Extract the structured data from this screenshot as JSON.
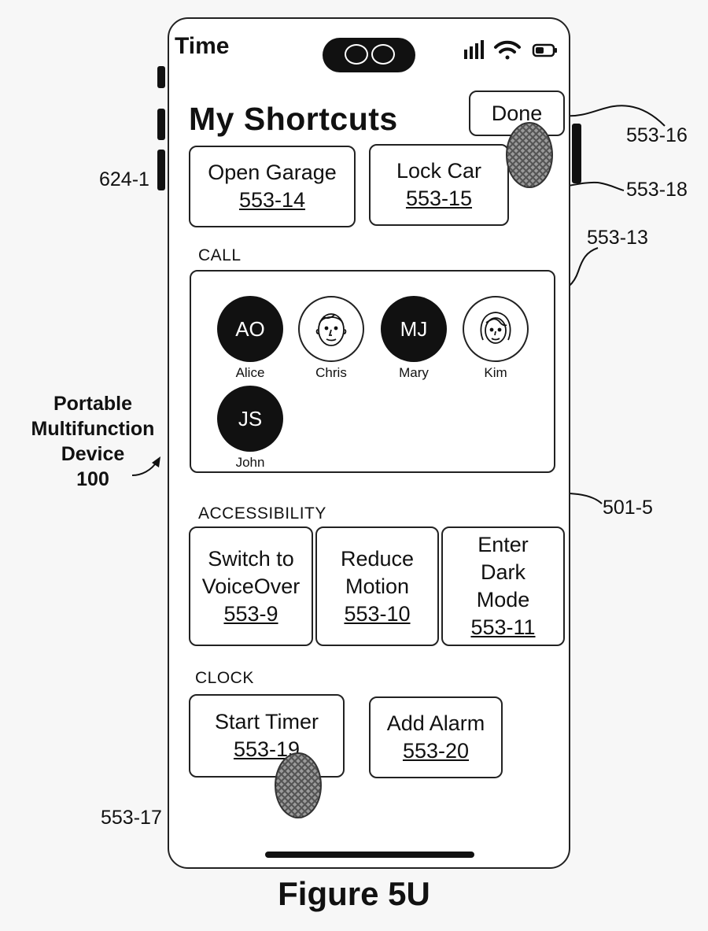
{
  "status": {
    "time": "Time"
  },
  "header": {
    "title": "My Shortcuts",
    "done_label": "Done"
  },
  "shortcuts_top": [
    {
      "label": "Open Garage",
      "ref": "553-14"
    },
    {
      "label": "Lock Car",
      "ref": "553-15"
    }
  ],
  "sections": {
    "call": "CALL",
    "accessibility": "ACCESSIBILITY",
    "clock": "CLOCK"
  },
  "contacts": [
    {
      "name": "Alice",
      "initials": "AO",
      "style": "dark"
    },
    {
      "name": "Chris",
      "initials": "",
      "style": "face",
      "icon": "man-face-icon"
    },
    {
      "name": "Mary",
      "initials": "MJ",
      "style": "dark"
    },
    {
      "name": "Kim",
      "initials": "",
      "style": "face",
      "icon": "woman-face-icon"
    },
    {
      "name": "John",
      "initials": "JS",
      "style": "dark"
    }
  ],
  "accessibility": [
    {
      "line1": "Switch to",
      "line2": "VoiceOver",
      "ref": "553-9"
    },
    {
      "line1": "Reduce",
      "line2": "Motion",
      "ref": "553-10"
    },
    {
      "line1": "Enter",
      "line2": "Dark",
      "line3": "Mode",
      "ref": "553-11"
    }
  ],
  "clock": [
    {
      "label": "Start Timer",
      "ref": "553-19"
    },
    {
      "label": "Add Alarm",
      "ref": "553-20"
    }
  ],
  "annotations": {
    "done_ref": "553-16",
    "touch_top_ref": "553-18",
    "call_ref": "553-13",
    "side_button_ref": "624-1",
    "screen_ref": "501-5",
    "touch_bottom_ref": "553-17"
  },
  "device_label": {
    "line1": "Portable",
    "line2": "Multifunction",
    "line3": "Device",
    "line4": "100"
  },
  "caption": "Figure 5U",
  "icons": [
    "cellular-signal-icon",
    "wifi-icon",
    "battery-icon",
    "man-face-icon",
    "woman-face-icon",
    "touch-contact-icon"
  ]
}
